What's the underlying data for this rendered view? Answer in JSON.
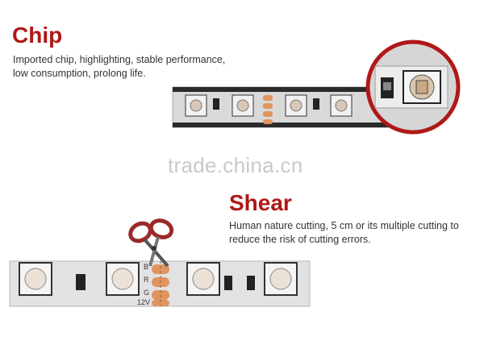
{
  "chip": {
    "title": "Chip",
    "line1": "Imported chip, highlighting, stable performance,",
    "line2": "low consumption, prolong life."
  },
  "shear": {
    "title": "Shear",
    "line1": "Human nature cutting, 5 cm or its multiple cutting to",
    "line2": "reduce the risk of cutting errors."
  },
  "watermark": "trade.china.cn",
  "strip_labels": {
    "b": "B",
    "r": "R",
    "g": "G",
    "v": "12V"
  },
  "colors": {
    "heading": "#b01818",
    "body_text": "#333333",
    "watermark": "#c9c9c9",
    "copper_pad": "#e0945f",
    "scissor_handle": "#9a2a2a",
    "zoom_ring": "#b01818"
  },
  "icons": [
    "scissors-icon",
    "zoom-lens-icon"
  ]
}
